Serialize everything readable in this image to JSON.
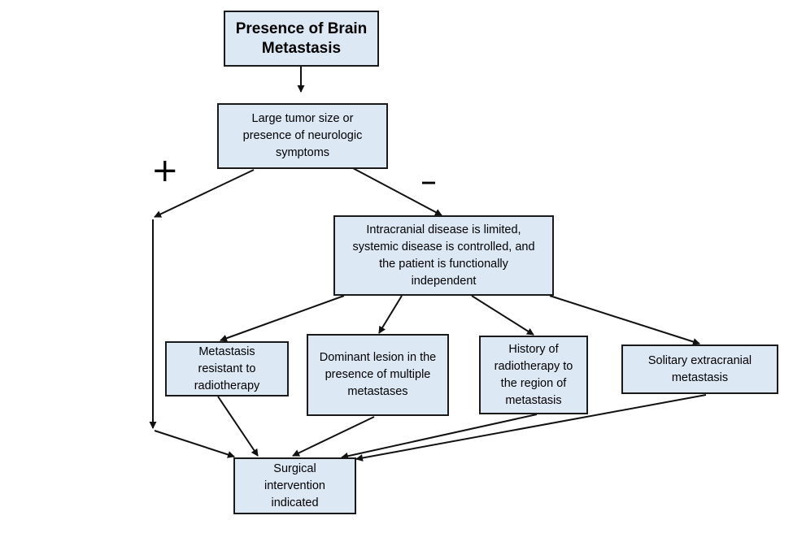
{
  "nodes": {
    "brain_metastasis": "Presence of Brain\nMetastasis",
    "tumor_size": "Large tumor size or\npresence of neurologic\nsymptoms",
    "intracranial": "Intracranial disease is limited,\nsystemic disease is controlled, and\nthe patient is functionally\nindependent",
    "resistant": "Metastasis\nresistant to\nradiotherapy",
    "dominant_lesion": "Dominant lesion in the\npresence of multiple\nmetastases",
    "history_radiotherapy": "History of\nradiotherapy to\nthe region of\nmetastasis",
    "solitary": "Solitary extracranial\nmetastasis",
    "surgical": "Surgical\nintervention\nindicated"
  },
  "branch_labels": {
    "positive": "+",
    "negative": "–"
  }
}
